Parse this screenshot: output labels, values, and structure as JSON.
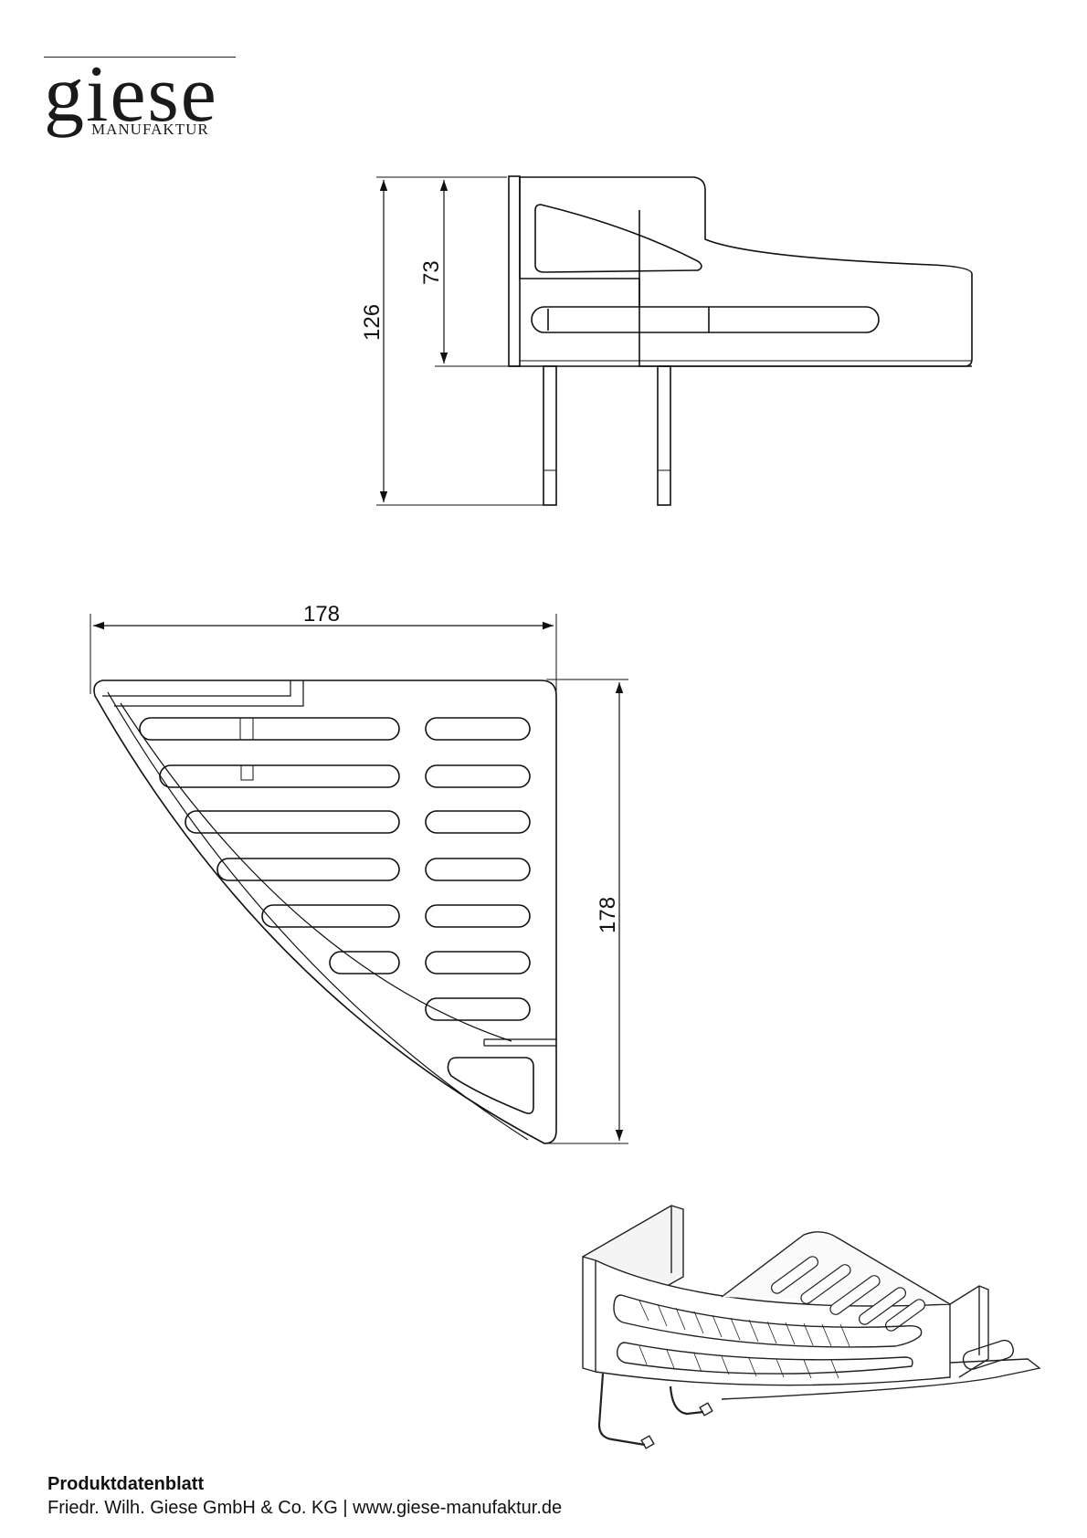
{
  "brand": {
    "name": "giese",
    "subtitle": "MANUFAKTUR"
  },
  "drawing": {
    "side_view": {
      "dim_total_height": "126",
      "dim_basket_height": "73"
    },
    "top_view": {
      "dim_width": "178",
      "dim_depth": "178"
    }
  },
  "footer": {
    "title": "Produktdatenblatt",
    "company": "Friedr. Wilh. Giese GmbH & Co. KG | www.giese-manufaktur.de"
  }
}
